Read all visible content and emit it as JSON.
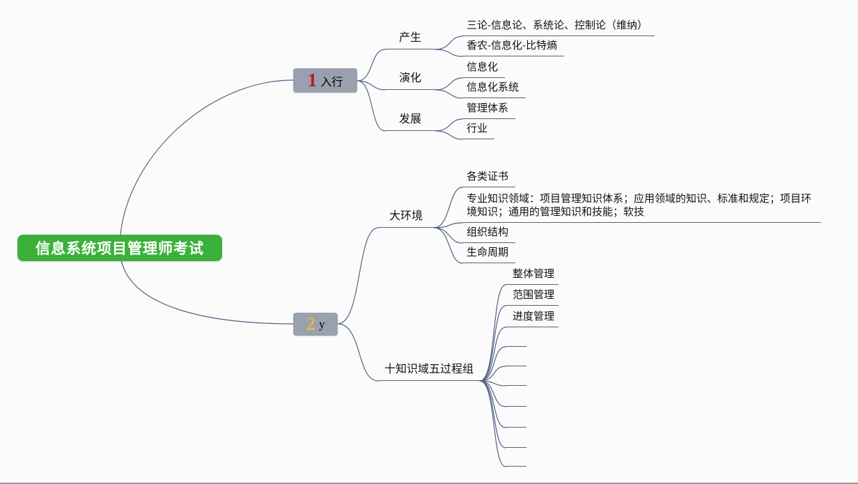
{
  "root": {
    "label": "信息系统项目管理师考试"
  },
  "branch1": {
    "number": "1",
    "label": "入行",
    "children": [
      {
        "label": "产生",
        "leaves": [
          "三论-信息论、系统论、控制论（维纳）",
          "香农-信息化-比特熵"
        ]
      },
      {
        "label": "演化",
        "leaves": [
          "信息化",
          "信息化系统"
        ]
      },
      {
        "label": "发展",
        "leaves": [
          "管理体系",
          "行业"
        ]
      }
    ]
  },
  "branch2": {
    "number": "2",
    "label": "y",
    "children": [
      {
        "label": "大环境",
        "leaves": [
          "各类证书",
          "专业知识领域：项目管理知识体系；应用领域的知识、标准和规定；项目环境知识；通用的管理知识和技能；软技",
          "组织结构",
          "生命周期"
        ]
      },
      {
        "label": "十知识域五过程组",
        "leaves": [
          "整体管理",
          "范围管理",
          "进度管理",
          "",
          "",
          "",
          "",
          "",
          "",
          ""
        ]
      }
    ]
  },
  "colors": {
    "root_green": "#3bb13b",
    "number1_red": "#c01030",
    "number2_yellow": "#dcb94f",
    "node_gray": "#98a1ad",
    "line": "#556184",
    "bg": "#fbfbfc"
  }
}
